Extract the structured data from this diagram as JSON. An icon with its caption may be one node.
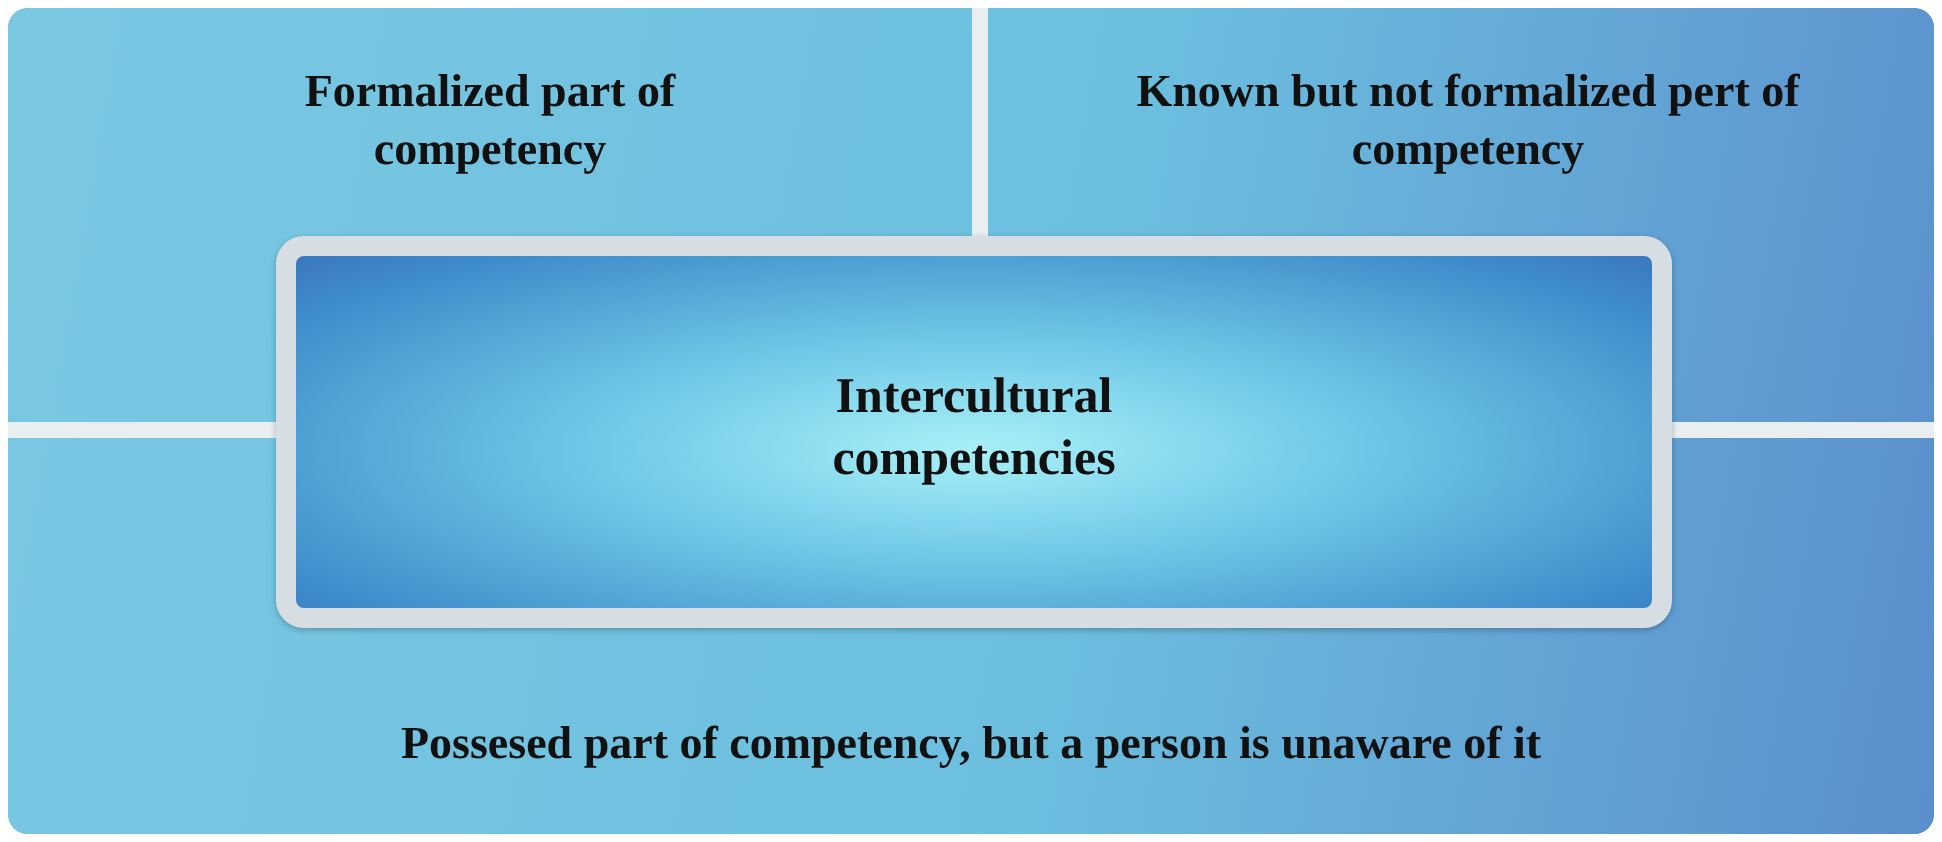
{
  "diagram": {
    "nodes": [
      {
        "text": [
          "Formalized part of competency"
        ]
      },
      {
        "text": [
          "Known but not formalized pert of competency"
        ]
      },
      {
        "text": [
          "Intercultural competencies"
        ]
      },
      {
        "text": [
          "Possesed part of competency, but a person is unaware of it"
        ]
      }
    ]
  }
}
